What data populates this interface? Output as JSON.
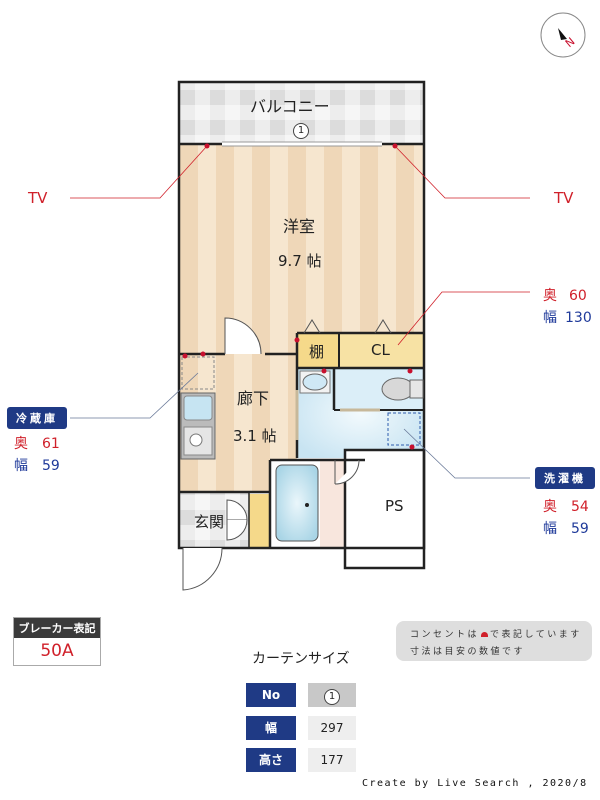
{
  "compass": {
    "north_label": "N"
  },
  "rooms": {
    "balcony": {
      "label": "バルコニー",
      "curtain_no": "1"
    },
    "western_room": {
      "label": "洋室",
      "size": "9.7 帖"
    },
    "hallway": {
      "label": "廊下",
      "size": "3.1 帖"
    },
    "shelf": {
      "label": "棚"
    },
    "closet": {
      "label": "CL"
    },
    "entrance": {
      "label": "玄関"
    },
    "pipe_space": {
      "label": "PS"
    }
  },
  "annotations": {
    "tv_left": "TV",
    "tv_right": "TV",
    "closet_dims": {
      "depth_key": "奥",
      "depth": "60",
      "width_key": "幅",
      "width": "130"
    },
    "fridge": {
      "title": "冷蔵庫",
      "depth_key": "奥",
      "depth": "61",
      "width_key": "幅",
      "width": "59"
    },
    "washer": {
      "title": "洗濯機",
      "depth_key": "奥",
      "depth": "54",
      "width_key": "幅",
      "width": "59"
    }
  },
  "breaker": {
    "header": "ブレーカー表記",
    "value": "50A"
  },
  "note": {
    "line1_a": "コンセントは",
    "line1_b": "で表記しています",
    "line2": "寸法は目安の数値です"
  },
  "curtain": {
    "title": "カーテンサイズ",
    "rows": [
      {
        "key": "No",
        "value": "1"
      },
      {
        "key": "幅",
        "value": "297"
      },
      {
        "key": "高さ",
        "value": "177"
      }
    ]
  },
  "footer": "Create by Live Search , 2020/8",
  "colors": {
    "navy": "#1f3a85",
    "red": "#d0202a",
    "floor": "#f3dfc4",
    "bath": "#d6ecf7",
    "closet": "#f7e2a4"
  }
}
